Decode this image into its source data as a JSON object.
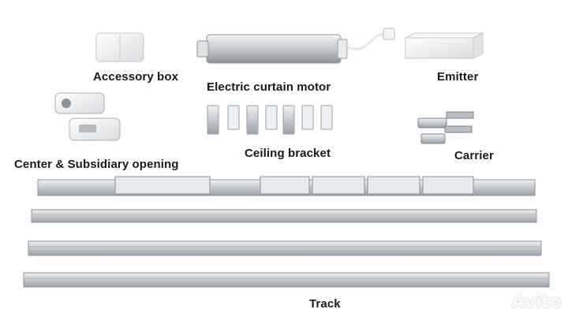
{
  "labels": {
    "accessory_box": "Accessory box",
    "motor": "Electric curtain motor",
    "emitter": "Emitter",
    "center_opening": "Center & Subsidiary opening",
    "ceiling_bracket": "Ceiling bracket",
    "carrier": "Carrier",
    "track": "Track"
  },
  "watermark": "Avito",
  "colors": {
    "aluminum": "#d4d9de",
    "aluminum_dark": "#9aa1a8",
    "plastic_white": "#f2f2f2",
    "text": "#1a1a1a"
  }
}
